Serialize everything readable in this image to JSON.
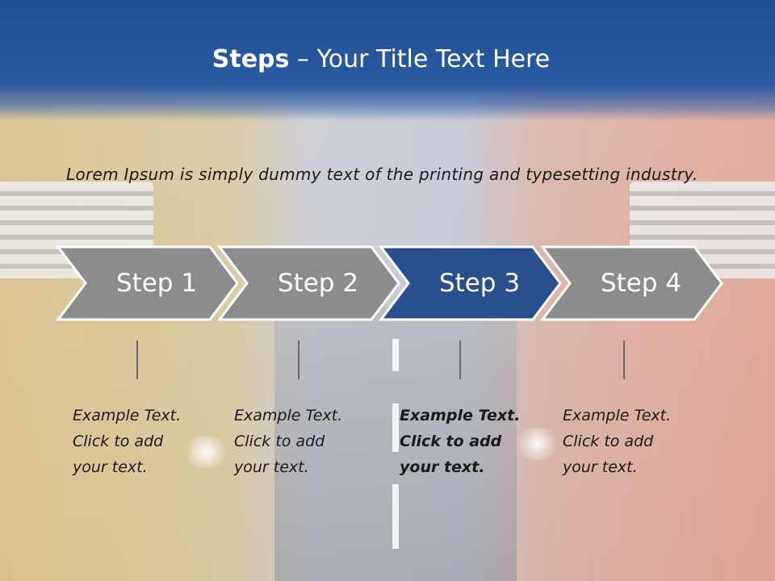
{
  "slide": {
    "title_bold": "Steps",
    "title_rest": " – Your Title Text Here",
    "intro": "Lorem Ipsum is simply dummy text of the printing and typesetting industry.",
    "steps": [
      {
        "label": "Step 1",
        "active": false,
        "text": "Example Text.\nClick  to add\nyour text."
      },
      {
        "label": "Step 2",
        "active": false,
        "text": "Example Text.\nClick  to add\nyour text."
      },
      {
        "label": "Step 3",
        "active": true,
        "text": "Example Text.\nClick  to add\nyour text."
      },
      {
        "label": "Step 4",
        "active": false,
        "text": "Example Text.\nClick  to add\nyour text."
      }
    ]
  },
  "colors": {
    "header": "#2a5aa0",
    "step_inactive": "#8c8c8c",
    "step_active": "#2a4f8e",
    "arrow_outline": "#ffffff"
  }
}
